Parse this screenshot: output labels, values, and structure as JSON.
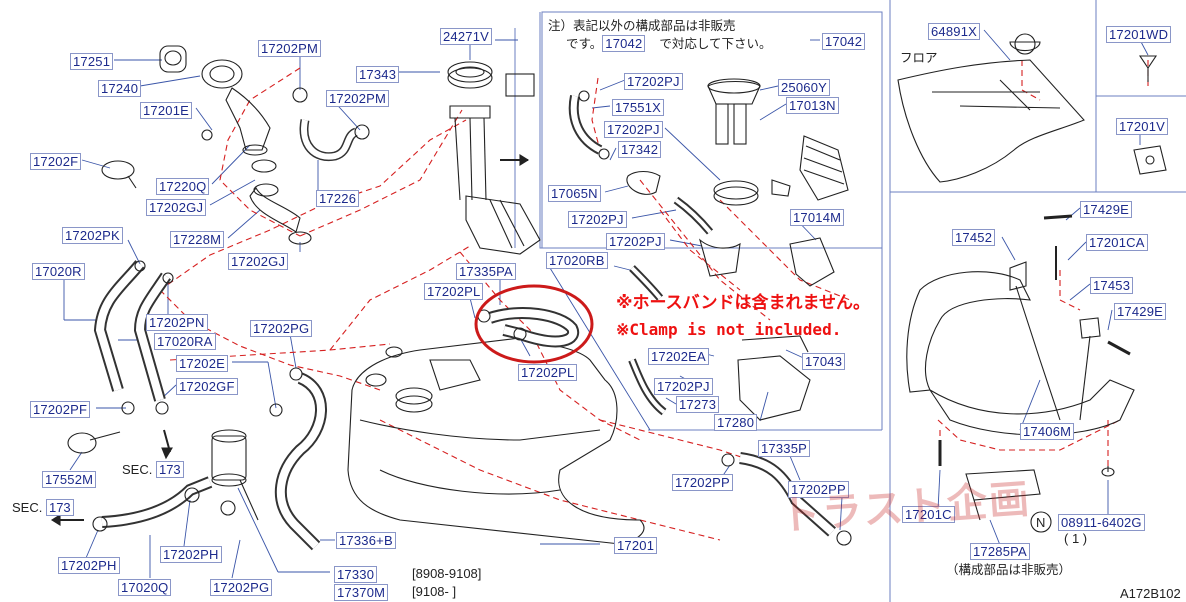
{
  "parts": {
    "p17251": "17251",
    "p17240": "17240",
    "p17201E": "17201E",
    "p17202PM_a": "17202PM",
    "p17343": "17343",
    "p24271V": "24271V",
    "p17202PM_b": "17202PM",
    "p17202F": "17202F",
    "p17220Q": "17220Q",
    "p17202GJ_a": "17202GJ",
    "p17226": "17226",
    "p17202PK": "17202PK",
    "p17228M": "17228M",
    "p17202GJ_b": "17202GJ",
    "p17020R": "17020R",
    "p17202PN": "17202PN",
    "p17020RA": "17020RA",
    "p17202PG_a": "17202PG",
    "p17202E": "17202E",
    "p17202GF": "17202GF",
    "p17202PF": "17202PF",
    "p17552M": "17552M",
    "p17202PH_a": "17202PH",
    "p17202PH_b": "17202PH",
    "p17020Q": "17020Q",
    "p17202PG_b": "17202PG",
    "p17330": "17330",
    "p17370M": "17370M",
    "p17336B": "17336+B",
    "p17335PA": "17335PA",
    "p17020RB": "17020RB",
    "p17202PL_a": "17202PL",
    "p17202PL_b": "17202PL",
    "p17201": "17201",
    "p17335P": "17335P",
    "p17202PP_a": "17202PP",
    "p17202PP_b": "17202PP",
    "p17042_a": "17042",
    "p17042_b": "17042",
    "p17202PJ_a": "17202PJ",
    "p25060Y": "25060Y",
    "p17551X": "17551X",
    "p17013N": "17013N",
    "p17202PJ_b": "17202PJ",
    "p17342": "17342",
    "p17065N": "17065N",
    "p17202PJ_c": "17202PJ",
    "p17014M": "17014M",
    "p17202PJ_d": "17202PJ",
    "p17202EA": "17202EA",
    "p17202PJ_e": "17202PJ",
    "p17043": "17043",
    "p17273": "17273",
    "p17280": "17280",
    "p64891X": "64891X",
    "p17201WD": "17201WD",
    "p17201V": "17201V",
    "p17429E_a": "17429E",
    "p17452": "17452",
    "p17201CA": "17201CA",
    "p17453": "17453",
    "p17429E_b": "17429E",
    "p17406M": "17406M",
    "p17201C": "17201C",
    "p08911": "08911-6402G",
    "p17285PA": "17285PA"
  },
  "labels": {
    "sec": "SEC.",
    "sec_ref": "173",
    "date_a": "[8908-9108]",
    "date_b": "[9108-          ]",
    "diagram_code": "A172B102",
    "qty": "( 1 )",
    "not_sold": "（構成部品は非販売）",
    "floor": "フロア",
    "note_line1": "注）表記以外の構成部品は非販売",
    "note_line2_pre": "です。",
    "note_line2_post": "で対応して下さい。",
    "circle_n": "N"
  },
  "notice": {
    "jp": "※ホースバンドは含まれません。",
    "en": "※Clamp is not included."
  },
  "watermark": "トラスト企画",
  "colors": {
    "part_text": "#1c2a8c",
    "notice": "#ee1111",
    "highlight_circle": "#cc1a1a",
    "dashed": "#d62020"
  }
}
